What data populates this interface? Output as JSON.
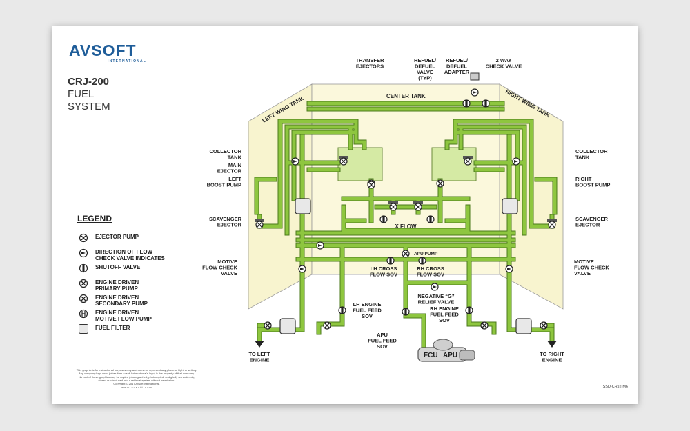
{
  "brand": {
    "name": "AVSOFT",
    "sub": "INTERNATIONAL"
  },
  "title": {
    "line1": "CRJ-200",
    "line2": "FUEL",
    "line3": "SYSTEM"
  },
  "tanks": {
    "left_wing": "LEFT WING TANK",
    "right_wing": "RIGHT WING TANK",
    "center": "CENTER TANK"
  },
  "labels": {
    "transfer_ejectors": [
      "TRANSFER",
      "EJECTORS"
    ],
    "refuel_valve": [
      "REFUEL/",
      "DEFUEL",
      "VALVE",
      "(TYP)"
    ],
    "refuel_adapter": [
      "REFUEL/",
      "DEFUEL",
      "ADAPTER"
    ],
    "check_valve_2way": [
      "2 WAY",
      "CHECK VALVE"
    ],
    "collector_tank_left": [
      "COLLECTOR",
      "TANK"
    ],
    "collector_tank_right": [
      "COLLECTOR",
      "TANK"
    ],
    "main_ejector": [
      "MAIN",
      "EJECTOR"
    ],
    "left_boost_pump": [
      "LEFT",
      "BOOST PUMP"
    ],
    "right_boost_pump": [
      "RIGHT",
      "BOOST PUMP"
    ],
    "scavenger_ejector_left": [
      "SCAVENGER",
      "EJECTOR"
    ],
    "scavenger_ejector_right": [
      "SCAVENGER",
      "EJECTOR"
    ],
    "x_flow": "X FLOW",
    "apu_pump": "APU PUMP",
    "motive_valve_left": [
      "MOTIVE",
      "FLOW CHECK",
      "VALVE"
    ],
    "motive_valve_right": [
      "MOTIVE",
      "FLOW CHECK",
      "VALVE"
    ],
    "lh_cross": [
      "LH CROSS",
      "FLOW SOV"
    ],
    "rh_cross": [
      "RH CROSS",
      "FLOW SOV"
    ],
    "neg_g": [
      "NEGATIVE “G”",
      "RELIEF VALVE"
    ],
    "lh_engine_sov": [
      "LH ENGINE",
      "FUEL FEED",
      "SOV"
    ],
    "rh_engine_sov": [
      "RH ENGINE",
      "FUEL FEED",
      "SOV"
    ],
    "apu_sov": [
      "APU",
      "FUEL FEED",
      "SOV"
    ],
    "to_left_engine": [
      "TO LEFT",
      "ENGINE"
    ],
    "to_right_engine": [
      "TO RIGHT",
      "ENGINE"
    ],
    "fcu": "FCU",
    "apu": "APU"
  },
  "legend": {
    "title": "LEGEND",
    "items": [
      {
        "icon": "ejector-pump-icon",
        "label": [
          "EJECTOR PUMP"
        ]
      },
      {
        "icon": "flow-direction-check-valve-icon",
        "label": [
          "DIRECTION OF FLOW",
          "CHECK VALVE INDICATES"
        ]
      },
      {
        "icon": "shutoff-valve-icon",
        "label": [
          "SHUTOFF VALVE"
        ]
      },
      {
        "icon": "primary-pump-icon",
        "label": [
          "ENGINE DRIVEN",
          "PRIMARY PUMP"
        ]
      },
      {
        "icon": "secondary-pump-icon",
        "label": [
          "ENGINE DRIVEN",
          "SECONDARY PUMP"
        ]
      },
      {
        "icon": "motive-flow-pump-icon",
        "label": [
          "ENGINE DRIVEN",
          "MOTIVE FLOW PUMP"
        ]
      },
      {
        "icon": "fuel-filter-icon",
        "label": [
          "FUEL FILTER"
        ]
      }
    ]
  },
  "disclaimer": [
    "This graphic is for instructional purposes only and does not represent any phase of flight or setting.",
    "Any company logo used (other than Avsoft International's logo) is the property of that company.",
    "No part of these graphics may be copied (photographed, photocopied, or digitally re-rendered),",
    "stored or introduced into a retrieval system without permission.",
    "Copyright © 2017 Avsoft International.",
    "w w w . a v s o f t . c o m"
  ],
  "doc_code": "SSD-CRJ2-M6",
  "colors": {
    "pipe": "#8ec63f",
    "pipe_edge": "#4b7a1b",
    "tank_fill": "#f8f4cf",
    "collector_fill": "#d5eaa4",
    "brand": "#1f5d99"
  }
}
